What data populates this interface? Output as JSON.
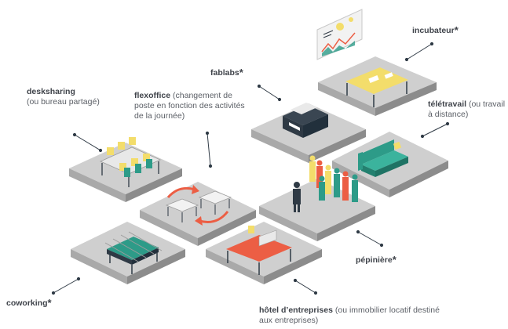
{
  "labels": {
    "incubateur": {
      "title": "incubateur",
      "star": "*"
    },
    "fablabs": {
      "title": "fablabs",
      "star": "*"
    },
    "teletravail": {
      "title": "télétravail",
      "desc": "(ou travail à distance)"
    },
    "desksharing": {
      "title": "desksharing",
      "desc": "(ou bureau partagé)"
    },
    "flexoffice": {
      "title": "flexoffice",
      "desc": "(changement de poste en fonction des activités de la journée)"
    },
    "pepiniere": {
      "title": "pépinière",
      "star": "*"
    },
    "coworking": {
      "title": "coworking",
      "star": "*"
    },
    "hotel": {
      "title": "hôtel d’entreprises",
      "desc": "(ou immobilier locatif destiné aux entreprises)"
    }
  },
  "colors": {
    "tile_top": "#cfcfcf",
    "tile_left": "#a9a9a9",
    "tile_right": "#8c8c8c",
    "yellow": "#f3dd6b",
    "orange": "#ec5e44",
    "teal": "#2d9b88",
    "dark": "#2f3a45"
  }
}
